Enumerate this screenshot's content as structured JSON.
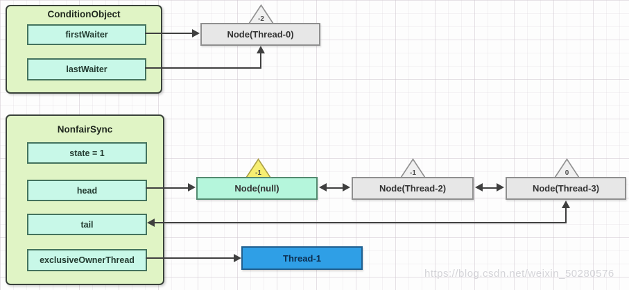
{
  "colors": {
    "container_bg": "#e0f4c5",
    "container_border": "#39423a",
    "field_bg": "#c8f8e8",
    "field_border": "#44735e",
    "node_grey_bg": "#e7e7e7",
    "node_grey_border": "#8f8f8f",
    "node_cyan_bg": "#b5f6dc",
    "node_cyan_border": "#538a70",
    "tri_yellow_bg": "#f6ee72",
    "tri_yellow_border": "#ab9f45",
    "tri_grey_bg": "#f0f0f0",
    "tri_grey_border": "#8f8f8f",
    "thread_bg": "#2f9fe6",
    "thread_border": "#1f5f8f",
    "arrow": "#3f3f3f"
  },
  "condition_object": {
    "title": "ConditionObject",
    "fields": [
      {
        "label": "firstWaiter"
      },
      {
        "label": "lastWaiter"
      }
    ]
  },
  "nonfair_sync": {
    "title": "NonfairSync",
    "fields": [
      {
        "label": "state = 1"
      },
      {
        "label": "head"
      },
      {
        "label": "tail"
      },
      {
        "label": "exclusiveOwnerThread"
      }
    ]
  },
  "nodes": [
    {
      "label": "Node(Thread-0)",
      "wait_status": "-2",
      "style": "grey"
    },
    {
      "label": "Node(null)",
      "wait_status": "-1",
      "style": "cyan"
    },
    {
      "label": "Node(Thread-2)",
      "wait_status": "-1",
      "style": "grey"
    },
    {
      "label": "Node(Thread-3)",
      "wait_status": "0",
      "style": "grey"
    }
  ],
  "thread_box": {
    "label": "Thread-1"
  },
  "watermark": "https://blog.csdn.net/weixin_50280576"
}
